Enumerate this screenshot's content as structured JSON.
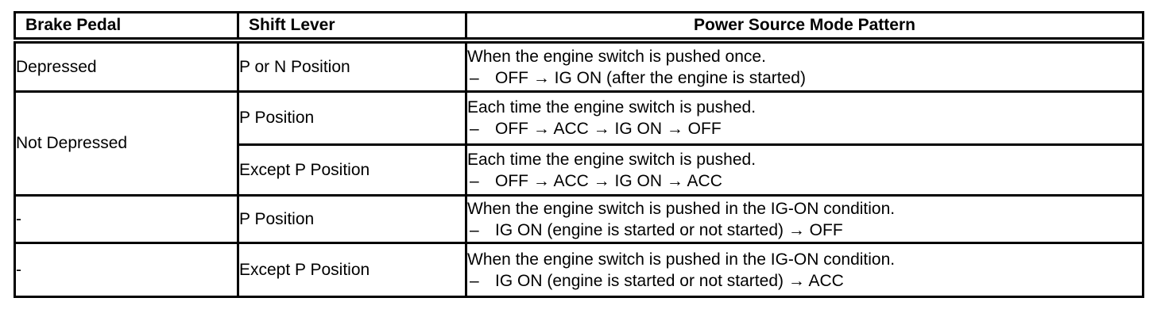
{
  "colors": {
    "background": "#ffffff",
    "border": "#000000",
    "text": "#000000"
  },
  "table": {
    "headers": [
      "Brake Pedal",
      "Shift Lever",
      "Power Source Mode Pattern"
    ],
    "rows": [
      {
        "brake_pedal": "Depressed",
        "shift_lever": "P or N Position",
        "pattern": {
          "description": "When the engine switch is pushed once.",
          "dash": "–",
          "sequence": "OFF → IG ON (after the engine is started)"
        }
      },
      {
        "brake_pedal": "Not Depressed",
        "shift_lever": "P Position",
        "pattern": {
          "description": "Each time the engine switch is pushed.",
          "dash": "–",
          "sequence": "OFF → ACC → IG ON → OFF"
        }
      },
      {
        "shift_lever": "Except P Position",
        "pattern": {
          "description": "Each time the engine switch is pushed.",
          "dash": "–",
          "sequence": "OFF → ACC → IG ON → ACC"
        }
      },
      {
        "brake_pedal": "-",
        "shift_lever": "P Position",
        "pattern": {
          "description": "When the engine switch is pushed in the IG-ON condition.",
          "dash": "–",
          "sequence": "IG ON (engine is started or not started) → OFF"
        }
      },
      {
        "brake_pedal": "-",
        "shift_lever": "Except P Position",
        "pattern": {
          "description": "When the engine switch is pushed in the IG-ON condition.",
          "dash": "–",
          "sequence": "IG ON (engine is started or not started) → ACC"
        }
      }
    ]
  }
}
